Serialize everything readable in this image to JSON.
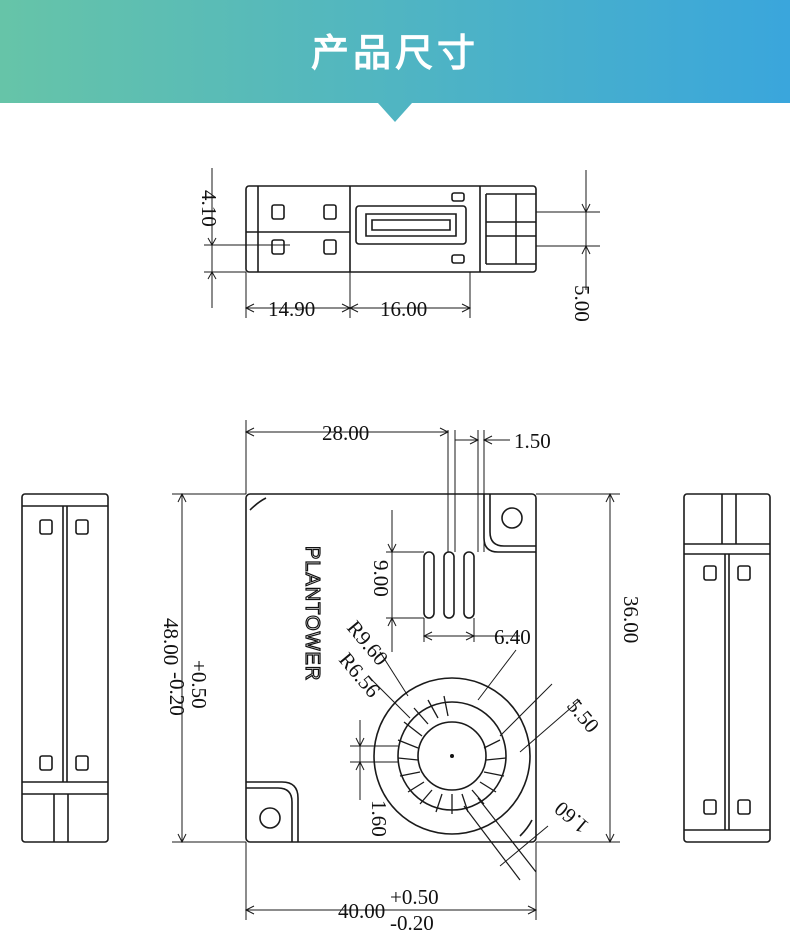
{
  "header": {
    "title": "产品尺寸",
    "gradient_start": "#66c4a8",
    "gradient_end": "#3aa6dc"
  },
  "top_view": {
    "dims": {
      "d1": "4.10",
      "d2": "14.90",
      "d3": "16.00",
      "d4": "5.00"
    }
  },
  "front_view": {
    "brand": "PLANTOWER",
    "dims": {
      "width_top": "28.00",
      "slot_width": "1.50",
      "height": "48.00",
      "height_tol_plus": "+0.50",
      "height_tol_minus": "-0.20",
      "slot_height": "9.00",
      "slot_spacing": "6.40",
      "right_height": "36.00",
      "r_outer": "R9.60",
      "r_inner": "R6.56",
      "d_5_50": "5.50",
      "d_1_60_left": "1.60",
      "d_1_60_right": "1.60",
      "width_bottom": "40.00",
      "width_tol_plus": "+0.50",
      "width_tol_minus": "-0.20"
    }
  }
}
